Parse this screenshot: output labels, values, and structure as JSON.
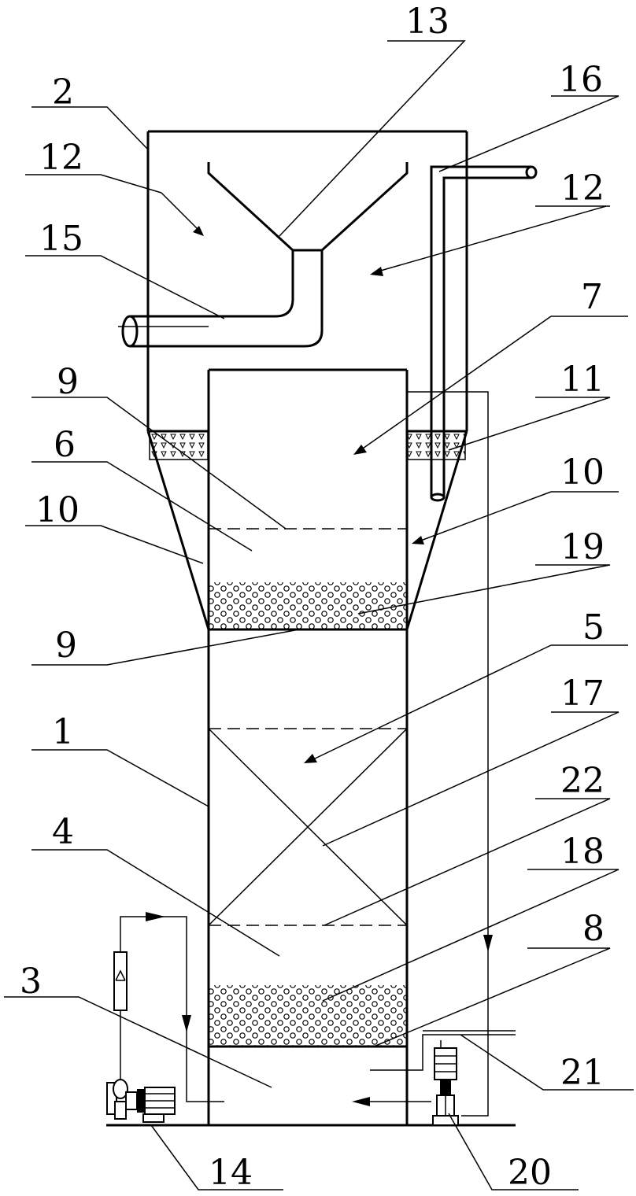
{
  "labels": {
    "l1": "1",
    "l2": "2",
    "l3": "3",
    "l4": "4",
    "l5": "5",
    "l6": "6",
    "l7": "7",
    "l8": "8",
    "l9a": "9",
    "l9b": "9",
    "l10a": "10",
    "l10b": "10",
    "l11": "11",
    "l12a": "12",
    "l12b": "12",
    "l13": "13",
    "l14": "14",
    "l15": "15",
    "l16": "16",
    "l17": "17",
    "l18": "18",
    "l19": "19",
    "l20": "20",
    "l21": "21",
    "l22": "22"
  },
  "colors": {
    "stroke": "#000000",
    "background": "#ffffff"
  }
}
